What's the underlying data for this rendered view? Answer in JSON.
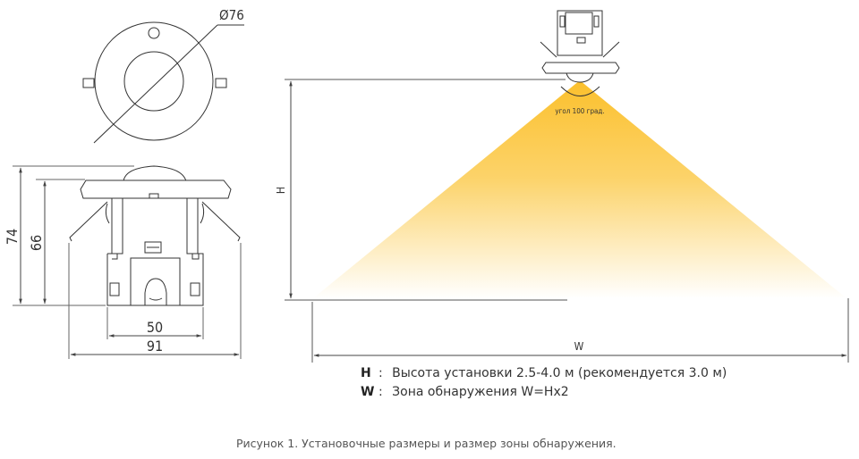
{
  "top_view": {
    "diameter_label": "Ø76"
  },
  "side_view": {
    "height_total_label": "74",
    "height_body_label": "66",
    "width_body_label": "50",
    "width_total_label": "91"
  },
  "coverage_diagram": {
    "angle_label": "угол 100 град.",
    "height_label": "H",
    "width_label": "W",
    "cone_color_top": "#FBC02D",
    "cone_color_bottom": "#FFFFFF"
  },
  "legend": {
    "items": [
      {
        "key": "H",
        "sep": ":",
        "text": "Высота установки 2.5-4.0 м (рекомендуется 3.0 м)"
      },
      {
        "key": "W",
        "sep": ":",
        "text": "Зона обнаружения W=Hx2"
      }
    ]
  },
  "caption": "Рисунок 1. Установочные размеры и размер зоны обнаружения."
}
